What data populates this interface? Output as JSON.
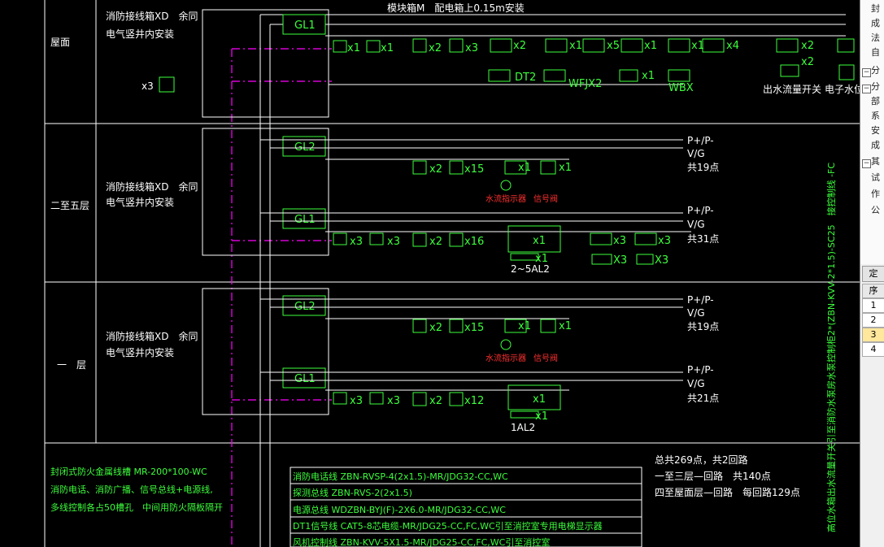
{
  "floors": {
    "roof": "屋面",
    "f2to5": "二至五层",
    "f1": "一　层"
  },
  "install_note": {
    "line1": "消防接线箱XD　余同",
    "line2": "电气竖井内安装"
  },
  "boxes": {
    "gl1": "GL1",
    "gl2": "GL2"
  },
  "roof": {
    "top_note": "模块箱M　配电箱上0.15m安装",
    "phone_count": "x3",
    "counts": [
      "x1",
      "x1",
      "x2",
      "x3",
      "x2",
      "x1",
      "x5",
      "x1",
      "x1",
      "x4",
      "x2",
      "x2",
      "x1"
    ],
    "dt2": "DT2",
    "wfjx2": "WFJX2",
    "wbx": "WBX",
    "flow_switch": "出水流量开关",
    "elec_valve": "电子水位"
  },
  "gl2_branch": {
    "counts": [
      "x2",
      "x15",
      "x1",
      "x1"
    ],
    "water_flow": "水流指示器",
    "signal_valve": "信号阀",
    "bus1": "P+/P-",
    "bus2": "V/G",
    "total": "共19点"
  },
  "f2to5_gl1": {
    "counts": [
      "x3",
      "x3",
      "x2",
      "x16",
      "x1",
      "x3",
      "x3",
      "X3",
      "X3",
      "x1"
    ],
    "panel": "2~5AL2",
    "total": "共31点"
  },
  "f1_gl1": {
    "counts": [
      "x3",
      "x3",
      "x2",
      "x12",
      "x1",
      "x1"
    ],
    "panel": "1AL2",
    "total": "共21点"
  },
  "vertical_label": "高位水箱出水流量开关引至消防水泵房水泵控制柜2*(ZBN-KVV-2*1.5)-SC25　接控制线 -FC",
  "left_note": {
    "line1": "封闭式防火金属线槽 MR-200*100-WC",
    "line2": "消防电话、消防广播、信号总线+电源线,",
    "line3": "多线控制各占50槽孔　中间用防火隔板隔开"
  },
  "legend": [
    "消防电话线 ZBN-RVSP-4(2x1.5)-MR/JDG32-CC,WC",
    "探测总线 ZBN-RVS-2(2x1.5)",
    "电源总线 WDZBN-BYJ(F)-2X6.0-MR/JDG32-CC,WC",
    "DT1信号线 CAT5-8芯电缆-MR/JDG25-CC,FC,WC引至消控室专用电梯显示器",
    "风机控制线 ZBN-KVV-5X1.5-MR/JDG25-CC,FC,WC引至消控室"
  ],
  "summary": {
    "line1": "总共269点，共2回路",
    "line2": "一至三层—回路　共140点",
    "line3": "四至屋面层—回路　每回路129点"
  },
  "side_panel": {
    "tab_label": "定",
    "col_header": "序",
    "rows": [
      "1",
      "2",
      "3",
      "4"
    ],
    "glyphs": [
      "封",
      "成",
      "法",
      "自",
      "分",
      "分",
      "部",
      "系",
      "安",
      "成",
      "其",
      "试",
      "作",
      "公"
    ]
  },
  "colors": {
    "background": "#000000",
    "line": "#ffffff",
    "green": "#3cff3c",
    "red": "#ff3030",
    "magenta": "#ff00ff",
    "selected_row": "#ffe79b"
  }
}
